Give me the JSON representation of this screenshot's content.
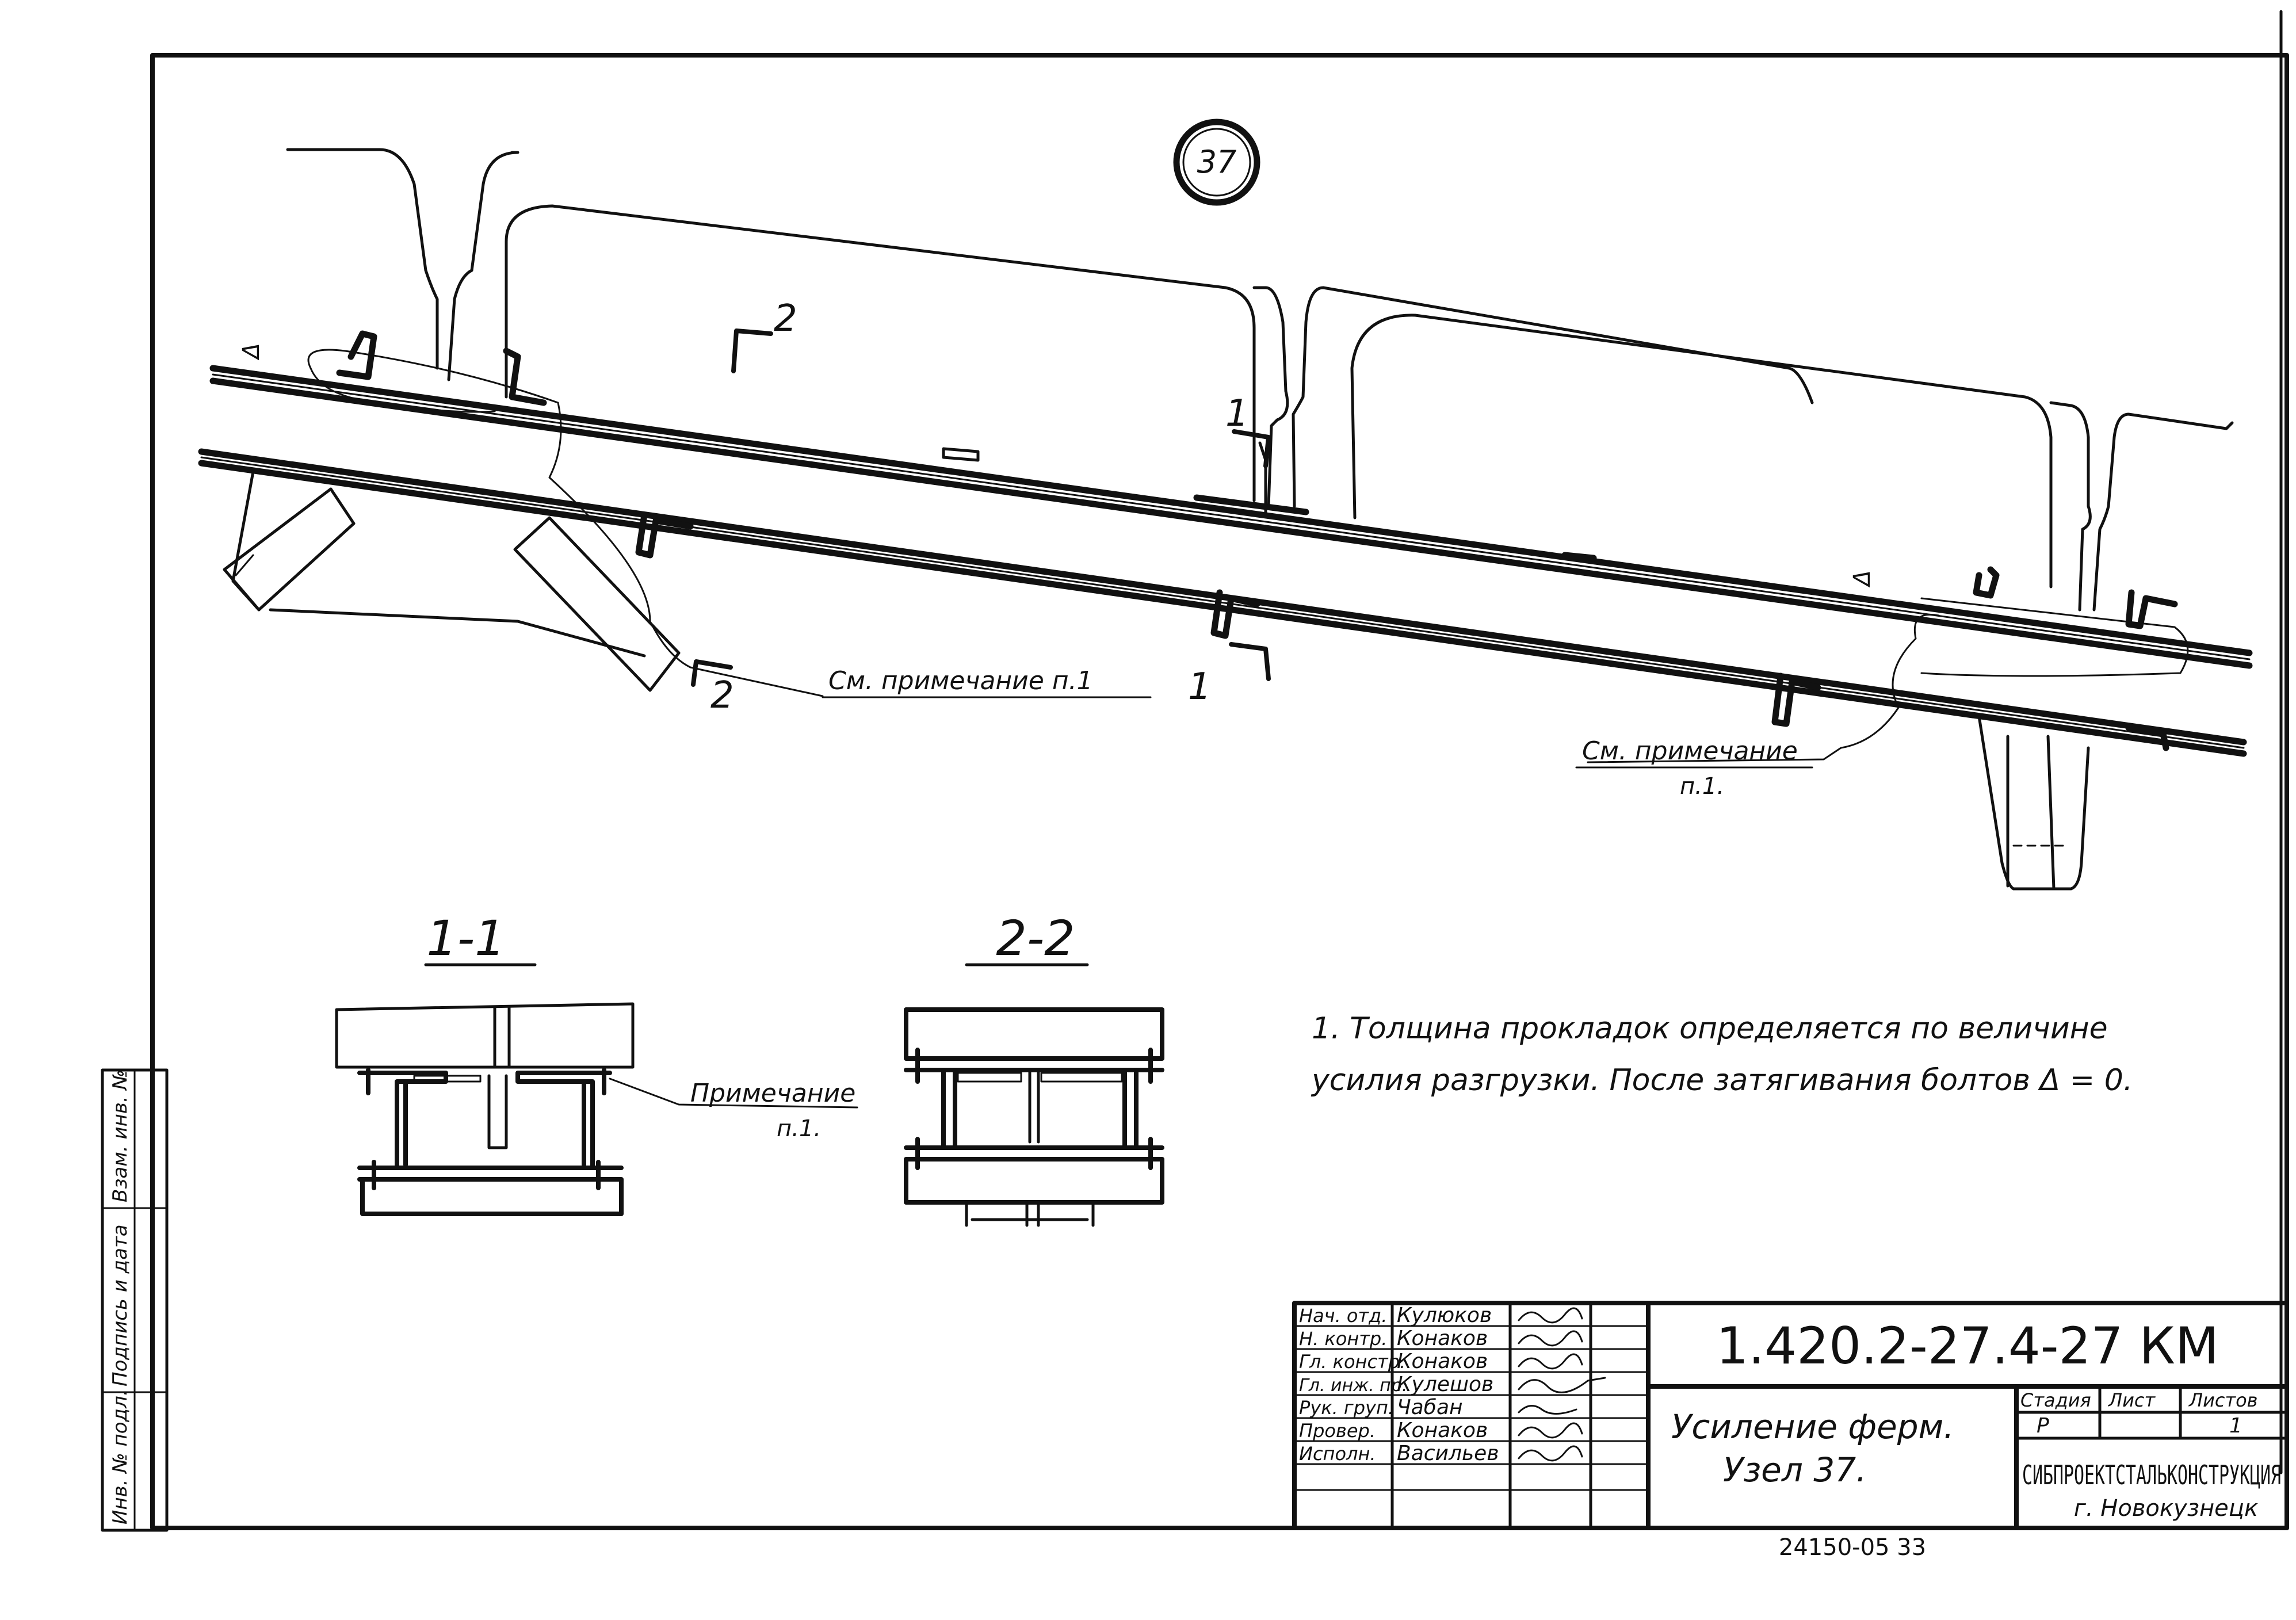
{
  "node": {
    "number": "37"
  },
  "plan": {
    "section_mark_1": "1",
    "section_mark_2": "2",
    "note_ref_left": "См. примечание п.1",
    "note_ref_right_line1": "См. примечание",
    "note_ref_right_line2": "п.1.",
    "gap_symbol": "Δ"
  },
  "sections": {
    "s11": {
      "title": "1-1",
      "note_line1": "Примечание",
      "note_line2": "п.1."
    },
    "s22": {
      "title": "2-2"
    }
  },
  "notes": {
    "line1": "1. Толщина прокладок определяется по величине",
    "line2": "усилия разгрузки. После затягивания болтов Δ = 0."
  },
  "side_stamp": {
    "fields": [
      "Инв. № подл.",
      "Подпись и дата",
      "Взам. инв. №"
    ]
  },
  "title_block": {
    "code": "1.420.2-27.4-27 КМ",
    "title_line1": "Усиление ферм.",
    "title_line2": "Узел 37.",
    "stage_label": "Стадия",
    "sheet_label": "Лист",
    "sheets_label": "Листов",
    "stage_value": "Р",
    "sheet_value": "",
    "sheets_value": "1",
    "org_name": "СИБПРОЕКТСТАЛЬКОНСТРУКЦИЯ",
    "org_city": "г. Новокузнецк",
    "staff": [
      {
        "role": "Нач. отд.",
        "name": "Кулюков"
      },
      {
        "role": "Н. контр.",
        "name": "Конаков"
      },
      {
        "role": "Гл. констр.",
        "name": "Конаков"
      },
      {
        "role": "Гл. инж. пр.",
        "name": "Кулешов"
      },
      {
        "role": "Рук. груп.",
        "name": "Чабан"
      },
      {
        "role": "Провер.",
        "name": "Конаков"
      },
      {
        "role": "Исполн.",
        "name": "Васильев"
      }
    ]
  },
  "footer": {
    "archive_number": "24150-05 33"
  }
}
